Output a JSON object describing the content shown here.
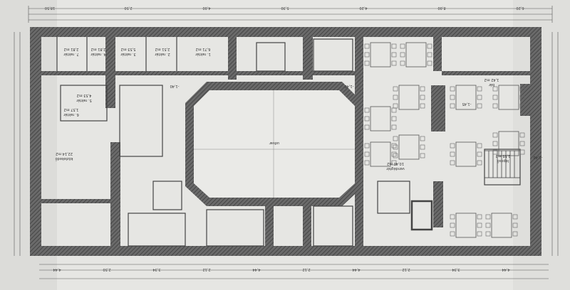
{
  "document": {
    "type": "architectural floor plan (photographed, upside down)",
    "rooms": [
      {
        "name": "1. raktár",
        "area": "6,71 m2"
      },
      {
        "name": "2. raktár",
        "area": "2,51 m2"
      },
      {
        "name": "3. raktár",
        "area": "5,53 m2"
      },
      {
        "name": "4. raktár",
        "area": "2,81 m2"
      },
      {
        "name": "5. raktár",
        "area": "4,53 m2"
      },
      {
        "name": "6. raktár",
        "area": "1,57 m2"
      },
      {
        "name": "7. raktár",
        "area": "2,81 m2"
      },
      {
        "name": "közlekedő",
        "area": "22,14 m2"
      },
      {
        "name": "lépcső",
        "area": "1,55 m2"
      },
      {
        "name": "vendégtér",
        "area": "10,40 m2"
      },
      {
        "name": "bár",
        "area": "1,42 m2"
      },
      {
        "name": "udvar",
        "area": ""
      }
    ],
    "levels": [
      "-1,40",
      "-1,40",
      "-1,40",
      "-1,45"
    ],
    "top_dimensions": [
      "18,50",
      "2,50",
      "4,00",
      "5,30",
      "4,20",
      "8,00",
      "6,20"
    ],
    "bottom_dimensions": [
      "4,44",
      "2,50",
      "3,34",
      "2,12",
      "4,44",
      "2,12",
      "4,44",
      "2,12",
      "3,34",
      "4,44"
    ]
  }
}
